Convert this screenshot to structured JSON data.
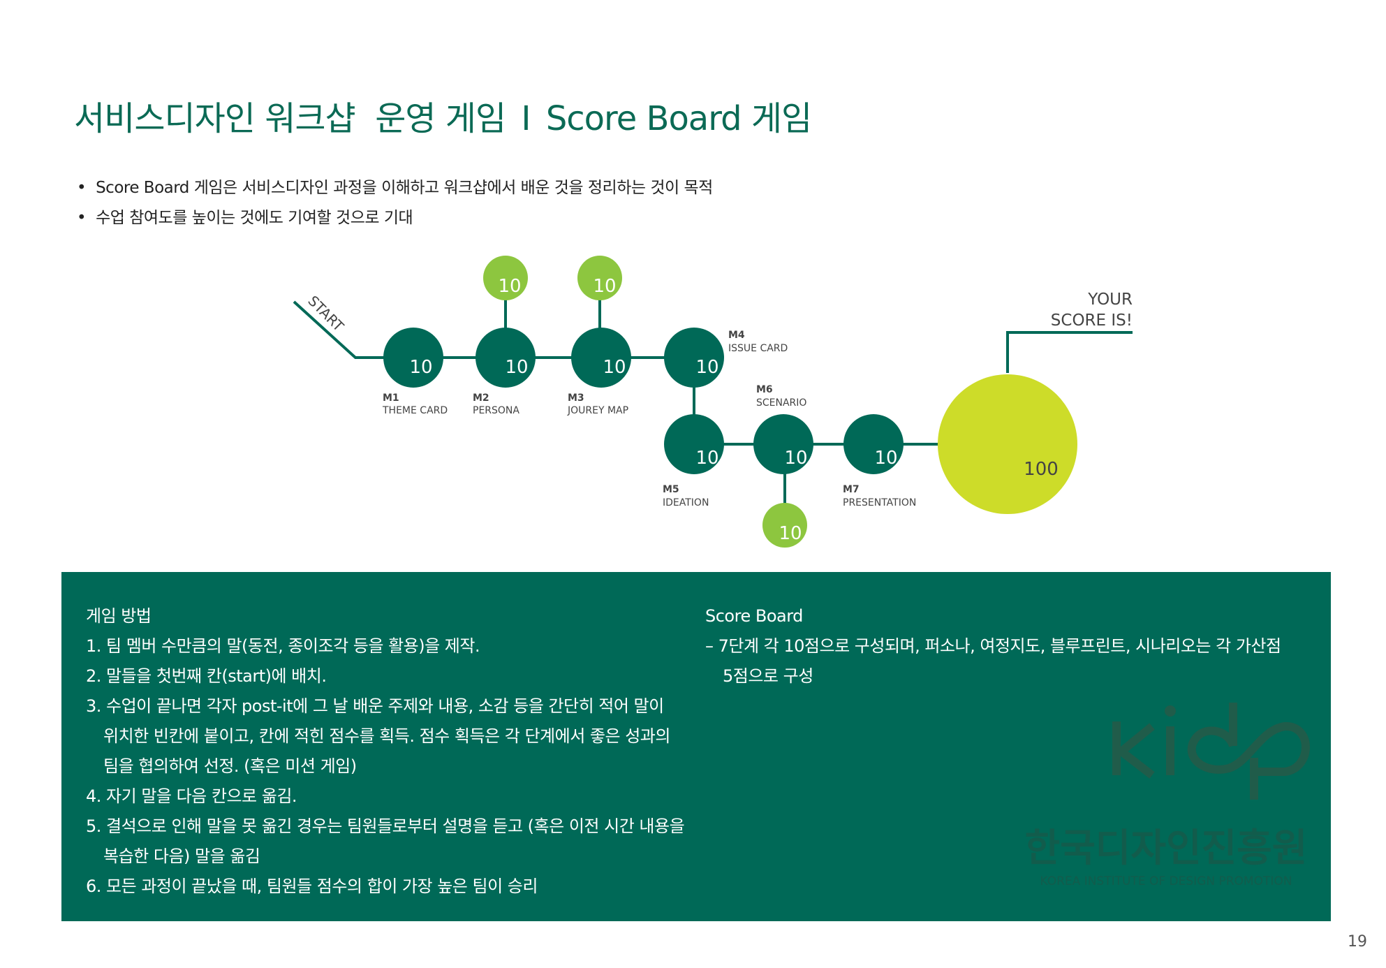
{
  "title": {
    "main": "서비스디자인 워크샵  운영 게임",
    "separator": "I",
    "sub": "Score Board 게임"
  },
  "bullets": [
    "Score Board 게임은 서비스디자인 과정을 이해하고 워크샵에서 배운 것을 정리하는 것이 목적",
    "수업 참여도를 높이는 것에도 기여할 것으로 기대"
  ],
  "diagram": {
    "start_label": "START",
    "end_label_line1": "YOUR",
    "end_label_line2": "SCORE IS!",
    "total": "100",
    "stages": [
      {
        "code": "M1",
        "name": "THEME CARD",
        "score": "10"
      },
      {
        "code": "M2",
        "name": "PERSONA",
        "score": "10",
        "bonus": "10"
      },
      {
        "code": "M3",
        "name": "JOUREY MAP",
        "score": "10",
        "bonus": "10"
      },
      {
        "code": "M4",
        "name": "ISSUE CARD",
        "score": "10"
      },
      {
        "code": "M5",
        "name": "IDEATION",
        "score": "10"
      },
      {
        "code": "M6",
        "name": "SCENARIO",
        "score": "10",
        "bonus": "10"
      },
      {
        "code": "M7",
        "name": "PRESENTATION",
        "score": "10"
      }
    ],
    "colors": {
      "dark": "#006957",
      "bonus": "#8dc63f",
      "total": "#cddc29"
    }
  },
  "howto": {
    "heading": "게임 방법",
    "lines": [
      "1. 팀 멤버 수만큼의 말(동전, 종이조각 등을 활용)을 제작.",
      "2. 말들을 첫번째 칸(start)에 배치.",
      "3. 수업이 끝나면 각자 post-it에 그 날 배운 주제와 내용, 소감 등을 간단히 적어 말이",
      "위치한 빈칸에 붙이고, 칸에 적힌 점수를 획득. 점수 획득은 각 단계에서 좋은 성과의",
      "팀을 협의하여 선정. (혹은 미션 게임)",
      "4. 자기 말을 다음 칸으로 옮김.",
      "5. 결석으로 인해 말을 못 옮긴 경우는 팀원들로부터 설명을 듣고 (혹은 이전 시간 내용을",
      "복습한 다음) 말을 옮김",
      "6. 모든 과정이 끝났을 때, 팀원들 점수의 합이 가장 높은 팀이 승리"
    ]
  },
  "scoreboard": {
    "heading": "Score Board",
    "lines": [
      "– 7단계 각 10점으로 구성되며, 퍼소나, 여정지도, 블루프린트, 시나리오는 각 가산점",
      "5점으로 구성"
    ]
  },
  "logo": {
    "mark": "kidp",
    "korean": "한국디자인진흥원",
    "english": "KOREA INSTITUTE OF DESIGN PROMOTION"
  },
  "page_number": "19"
}
